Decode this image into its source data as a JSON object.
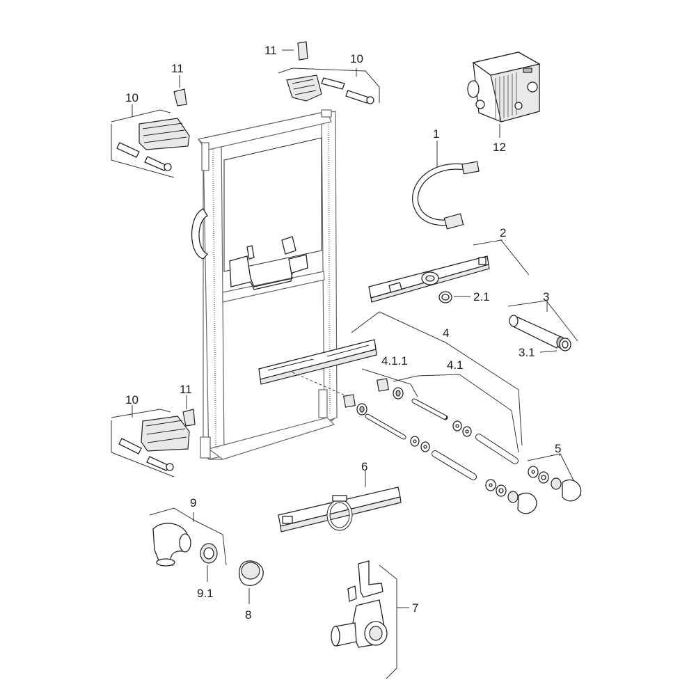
{
  "labels": {
    "p1": "1",
    "p2": "2",
    "p2_1": "2.1",
    "p3": "3",
    "p3_1": "3.1",
    "p4": "4",
    "p4_1": "4.1",
    "p4_1_1": "4.1.1",
    "p5": "5",
    "p6": "6",
    "p7": "7",
    "p8": "8",
    "p9": "9",
    "p9_1": "9.1",
    "p10_top": "10",
    "p10_left": "10",
    "p10_bottom": "10",
    "p11_top": "11",
    "p11_left": "11",
    "p11_bottom": "11",
    "p12": "12"
  }
}
